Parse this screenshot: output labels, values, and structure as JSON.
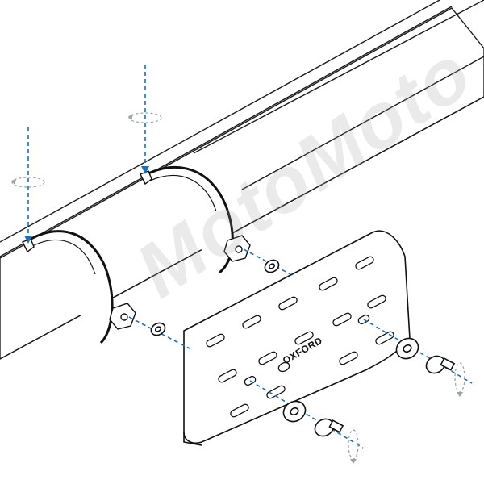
{
  "diagram": {
    "brand_label": "OXFORD",
    "watermark_text": "MotoMoto",
    "colors": {
      "guide_line": "#1f6fb0",
      "outline": "#111111",
      "rotation_hint": "#9aa0a6",
      "watermark": "#a0a0a0"
    },
    "parts": {
      "exhaust_pipe": "exhaust-pipe",
      "clamps": 2,
      "heat_shield": "heat-shield",
      "washers": 4,
      "bolts": 2,
      "nuts": 2
    }
  }
}
